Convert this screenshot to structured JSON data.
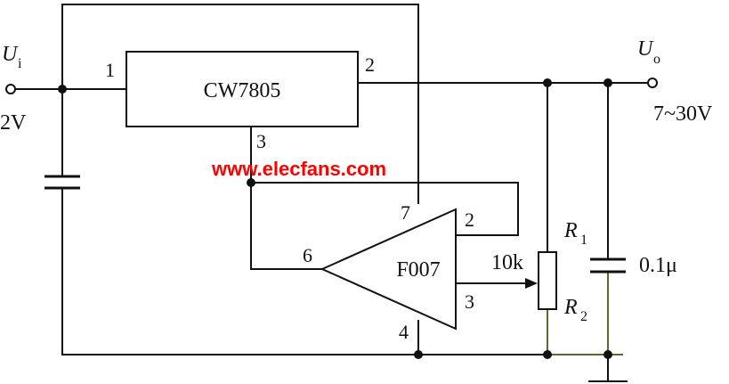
{
  "watermark": "www.elecfans.com",
  "input": {
    "symbol": "U",
    "subscript": "i",
    "voltage": "2V"
  },
  "output": {
    "symbol": "U",
    "subscript": "o",
    "voltage": "7~30V"
  },
  "regulator": {
    "name": "CW7805",
    "pin_in": "1",
    "pin_out": "2",
    "pin_gnd": "3"
  },
  "opamp": {
    "name": "F007",
    "pin_out": "6",
    "pin_v_plus": "7",
    "pin_inv": "2",
    "pin_noninv": "3",
    "pin_v_minus": "4"
  },
  "potentiometer": {
    "value": "10k",
    "r1_symbol": "R",
    "r1_sub": "1",
    "r2_symbol": "R",
    "r2_sub": "2"
  },
  "output_capacitor": {
    "value": "0.1μ"
  },
  "colors": {
    "wire": "#111111",
    "ground_wire": "#556b2f",
    "watermark": "#ff0000"
  }
}
